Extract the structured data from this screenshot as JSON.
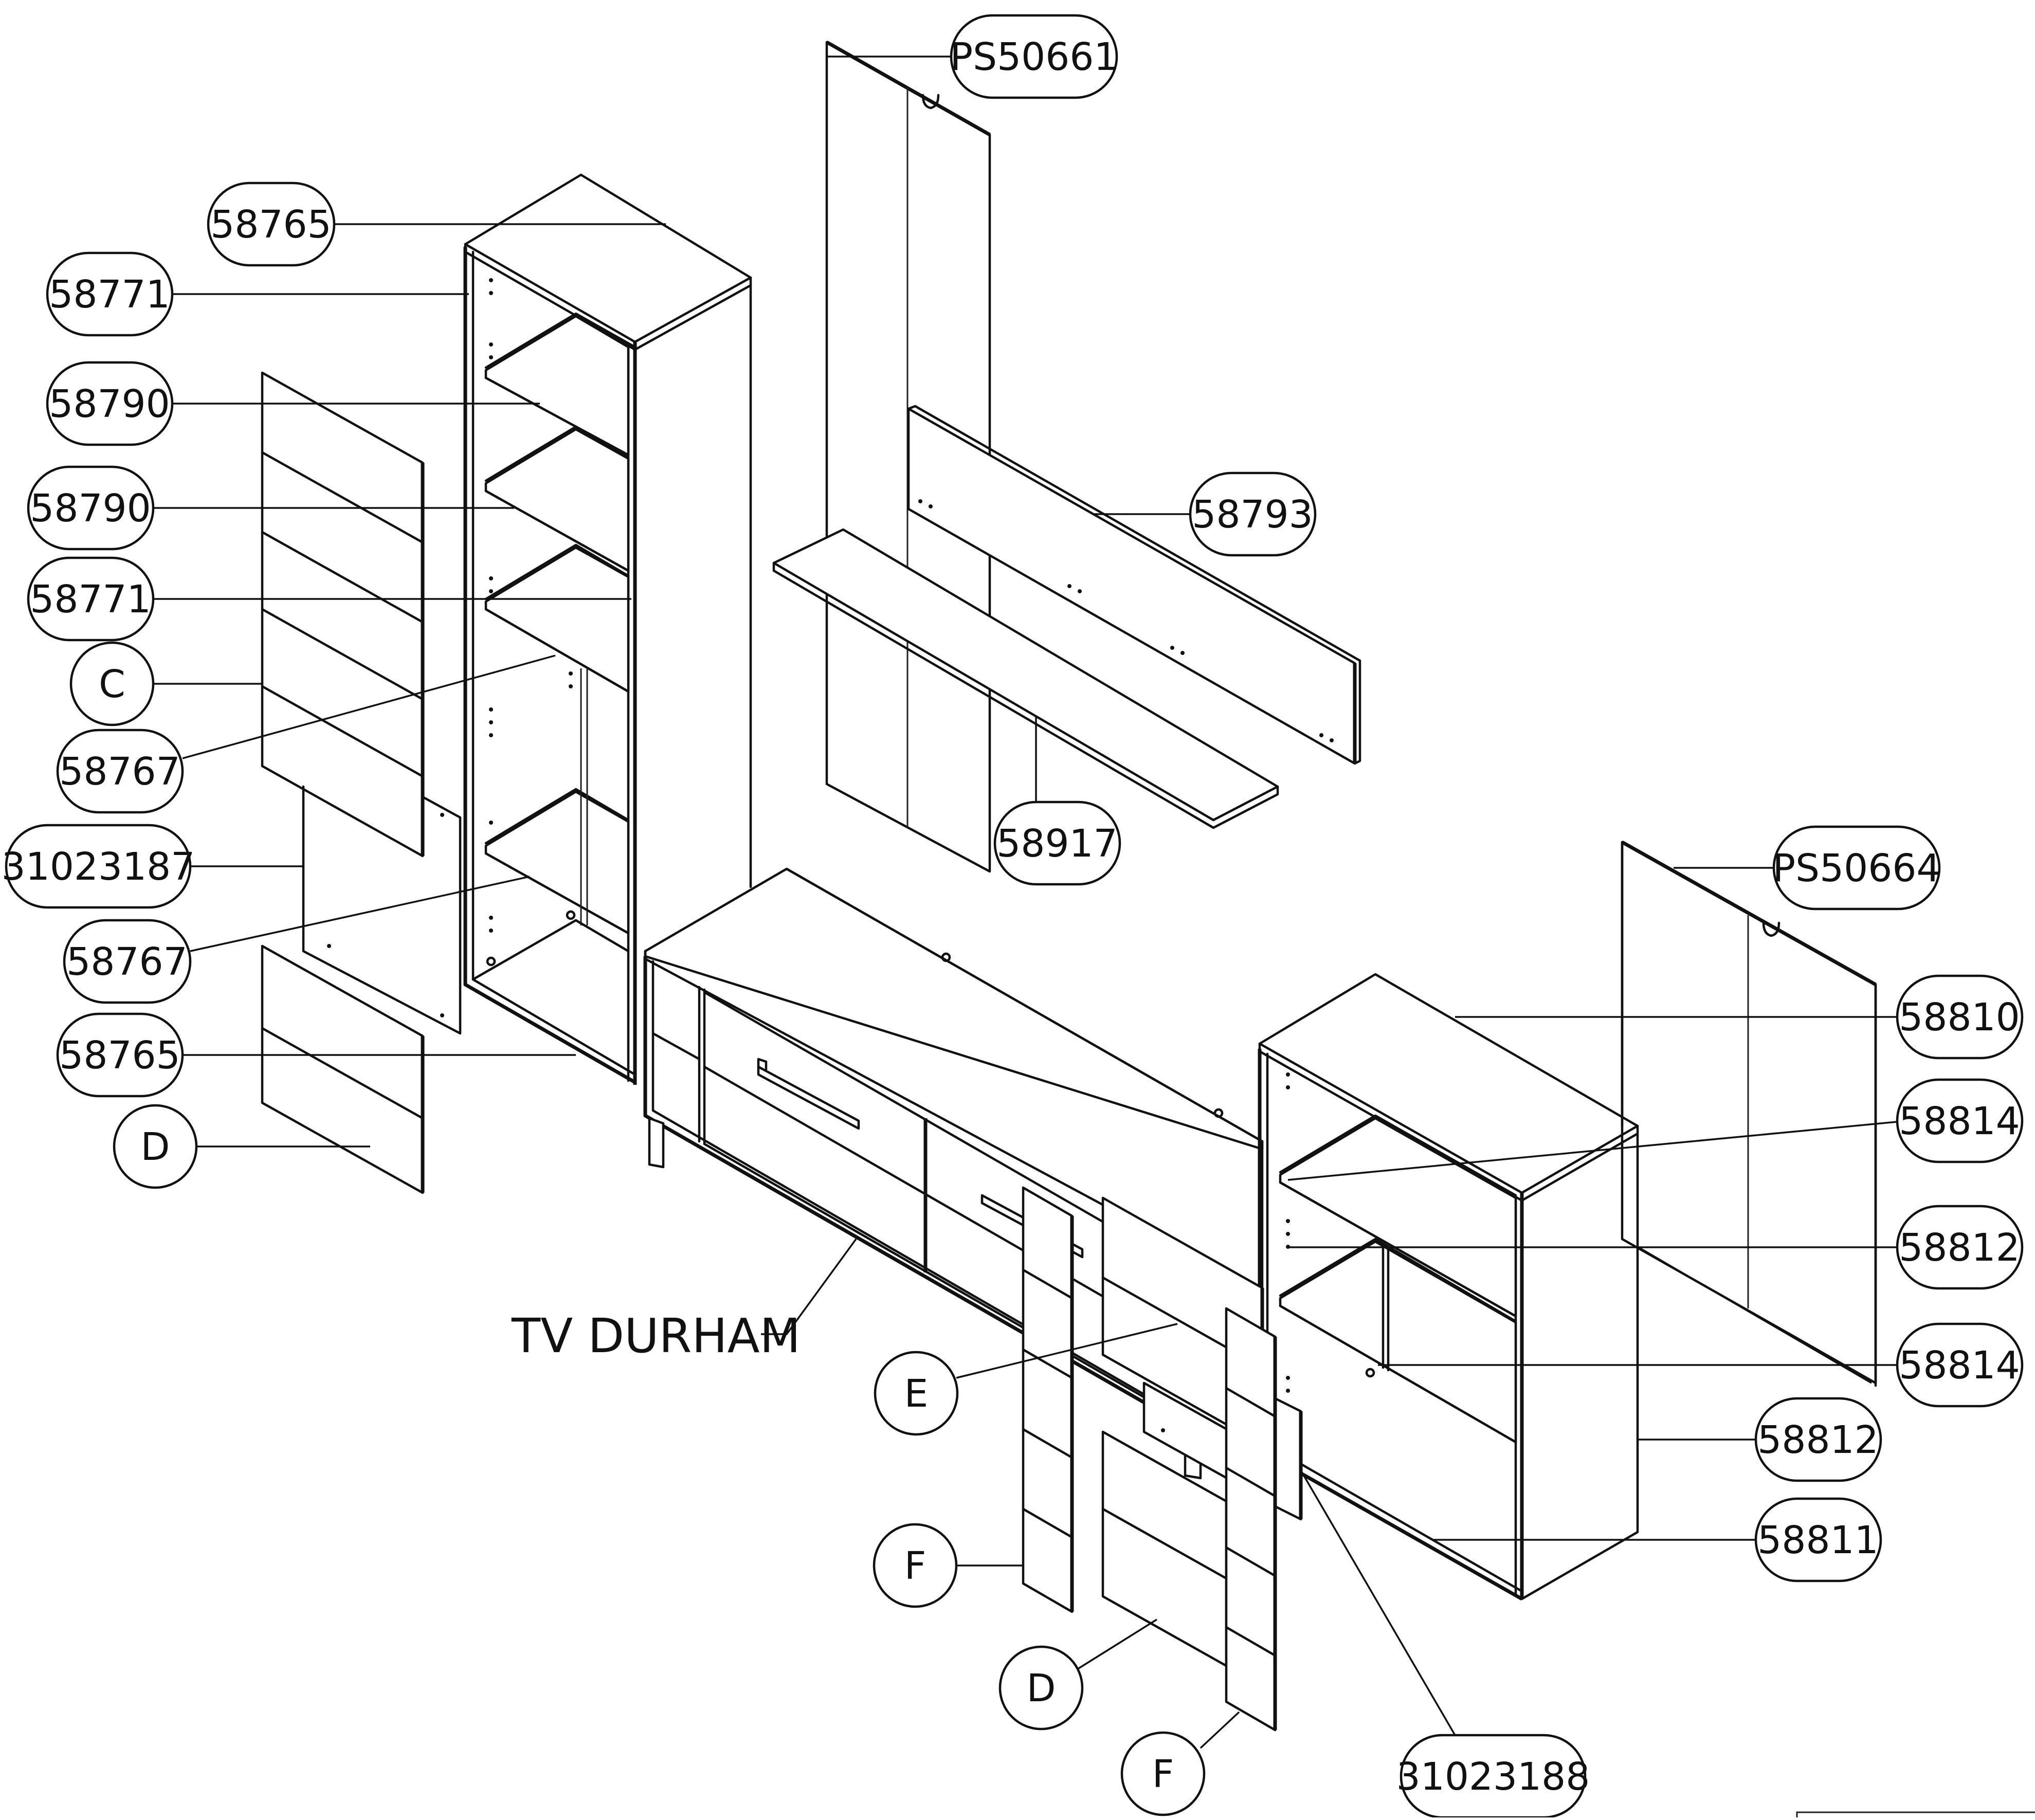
{
  "diagram": {
    "callouts": {
      "ps50661": "PS50661",
      "c58765_top": "58765",
      "c58771_top": "58771",
      "c58790_a": "58790",
      "c58790_b": "58790",
      "c58771_mid": "58771",
      "c_c": "C",
      "c58767_a": "58767",
      "c31023187": "31023187",
      "c58767_b": "58767",
      "c58765_bot": "58765",
      "d_left": "D",
      "c58793": "58793",
      "c58917": "58917",
      "ps50664": "PS50664",
      "c58810": "58810",
      "c58814_a": "58814",
      "c58812_a": "58812",
      "c58814_b": "58814",
      "c58812_b": "58812",
      "c58811": "58811",
      "e_mid": "E",
      "f_left": "F",
      "d_mid": "D",
      "f_right": "F",
      "c31023188": "31023188"
    },
    "product_label": "TV DURHAM"
  }
}
